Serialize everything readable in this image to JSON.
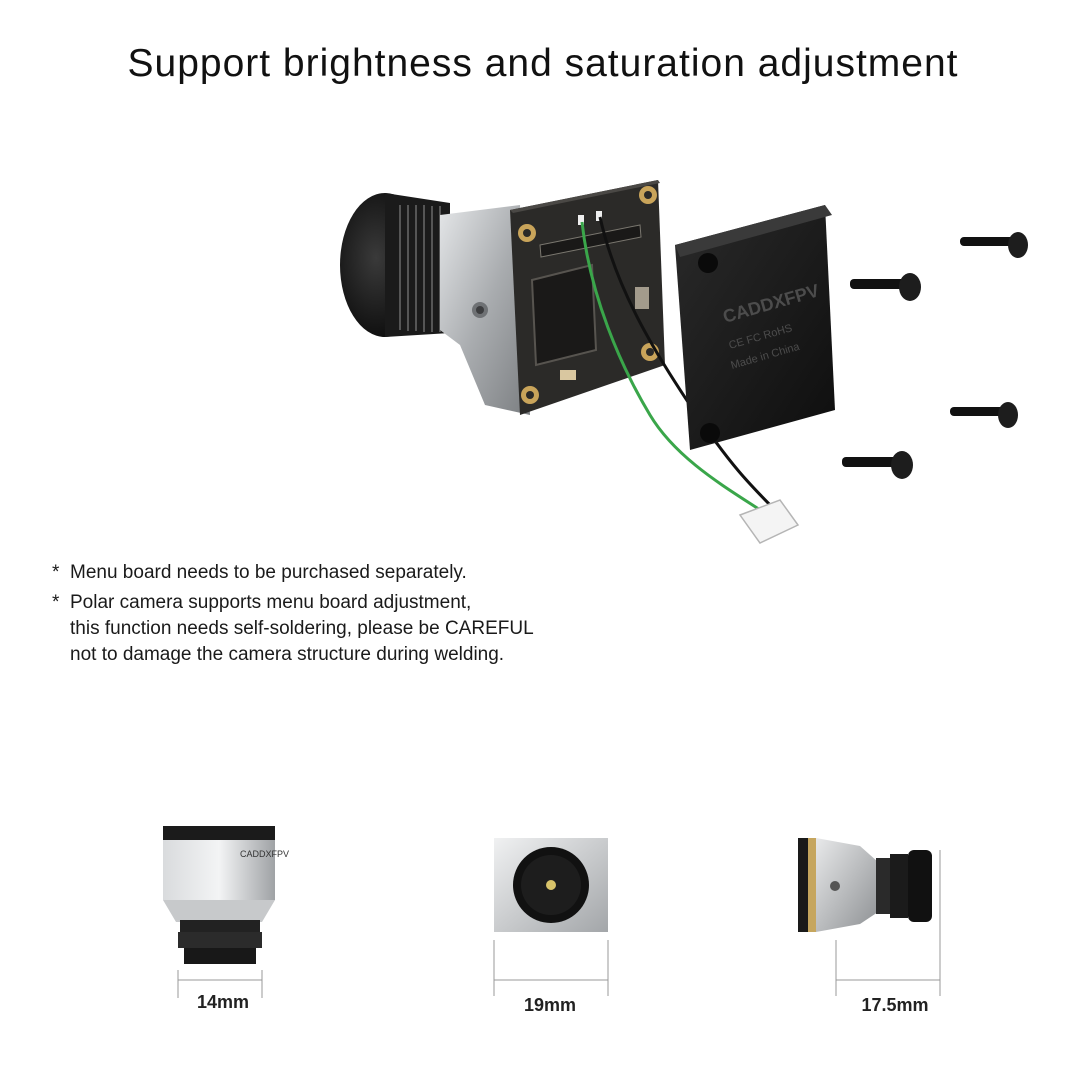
{
  "headline": "Support brightness and saturation adjustment",
  "hero": {
    "logo_text": "CADDXFPV",
    "cert_text": "CE FC RoHS",
    "origin_text": "Made in China"
  },
  "notes": [
    {
      "marker": "*",
      "lines": [
        "Menu board needs to be purchased separately."
      ]
    },
    {
      "marker": "*",
      "lines": [
        "Polar camera supports menu board adjustment,",
        "this function needs self-soldering, please be CAREFUL",
        "not to damage the camera structure during welding."
      ]
    }
  ],
  "dimensions": {
    "top_view": {
      "label": "14mm",
      "logo_text": "CADDXFPV"
    },
    "front_view": {
      "label": "19mm"
    },
    "side_view": {
      "label": "17.5mm"
    }
  },
  "colors": {
    "pcb": "#2b2a28",
    "silver": "#b8babc",
    "wire_green": "#3aa64a",
    "wire_black": "#111111",
    "gold_pad": "#c9a45a"
  }
}
